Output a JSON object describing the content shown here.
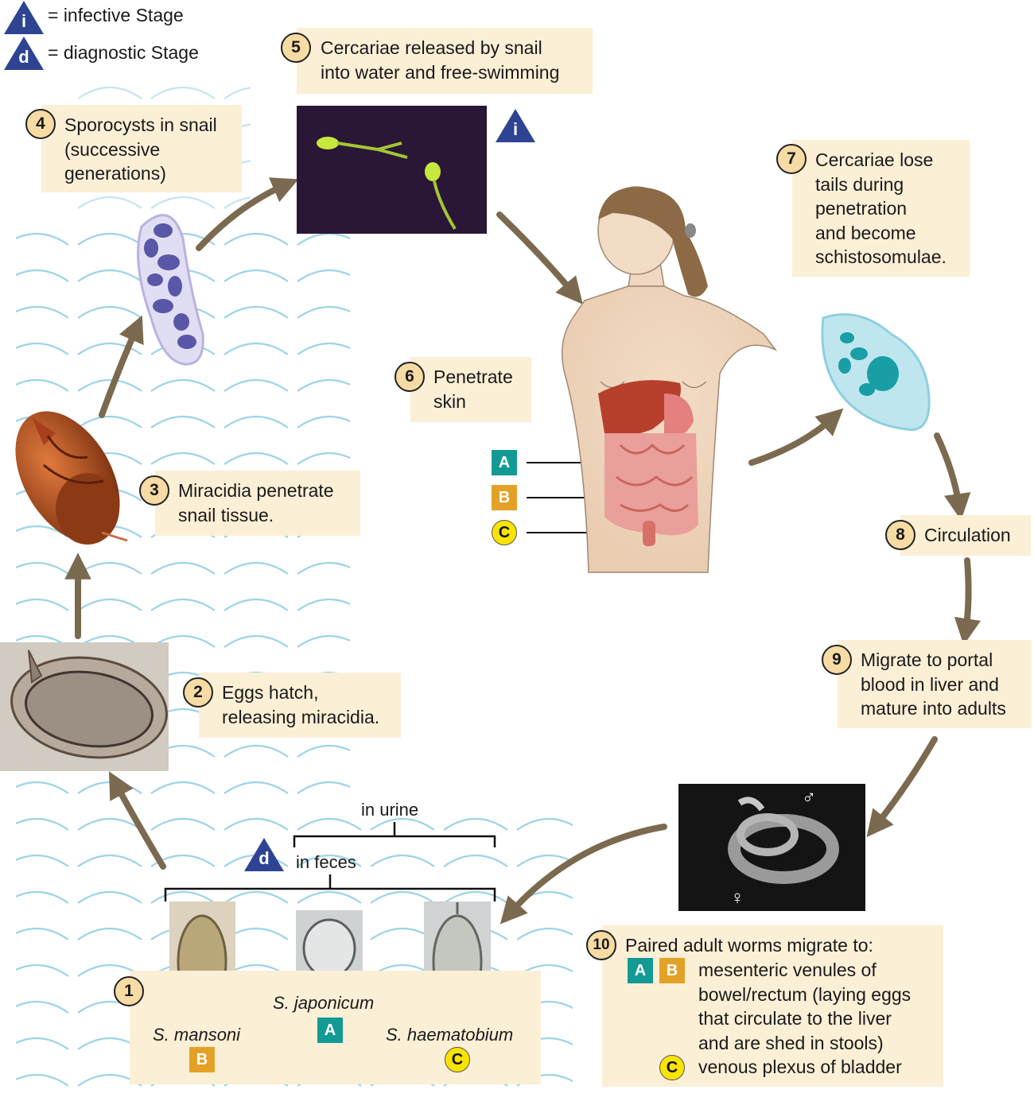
{
  "legend": {
    "infective_symbol": "i",
    "infective_label": "= infective Stage",
    "diagnostic_symbol": "d",
    "diagnostic_label": "= diagnostic Stage"
  },
  "steps": [
    {
      "num": "1",
      "text": ""
    },
    {
      "num": "2",
      "text": "Eggs hatch,\nreleasing miracidia."
    },
    {
      "num": "3",
      "text": "Miracidia penetrate\nsnail tissue."
    },
    {
      "num": "4",
      "text": "Sporocysts in snail\n(successive\ngenerations)"
    },
    {
      "num": "5",
      "text": "Cercariae released by snail\ninto water and free-swimming"
    },
    {
      "num": "6",
      "text": "Penetrate\nskin"
    },
    {
      "num": "7",
      "text": "Cercariae lose\ntails during\npenetration\nand become\nschistosomulae."
    },
    {
      "num": "8",
      "text": "Circulation"
    },
    {
      "num": "9",
      "text": "Migrate to portal\nblood in liver and\nmature into adults"
    },
    {
      "num": "10",
      "text": "Paired adult worms migrate to:"
    }
  ],
  "step10": {
    "ab_text": "mesenteric venules of\nbowel/rectum (laying eggs\nthat circulate to the liver\nand are shed in stools)",
    "c_text": "venous plexus of bladder"
  },
  "eggs": {
    "urine_label": "in urine",
    "feces_label": "in feces",
    "mansoni": "S. mansoni",
    "japonicum": "S. japonicum",
    "haematobium": "S. haematobium"
  },
  "tags": {
    "a": "A",
    "b": "B",
    "c": "C"
  },
  "worm_symbols": {
    "male": "♂",
    "female": "♀"
  },
  "colors": {
    "box_bg": "#fbefd6",
    "num_bg": "#f6dba4",
    "tag_a": "#139a94",
    "tag_b": "#e3a227",
    "tag_c": "#f9e400",
    "triangle": "#2f4393",
    "arrow": "#7b6a4f",
    "wave": "#9dd3e8"
  }
}
